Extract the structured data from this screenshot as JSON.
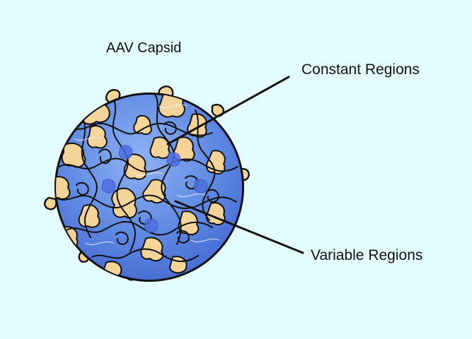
{
  "diagram": {
    "title": "AAV Capsid",
    "callouts": {
      "constant": "Constant Regions",
      "variable": "Variable Regions"
    }
  },
  "colors": {
    "background": "#e2fdfb",
    "capsid_blue": "#5a86e0",
    "capsid_blue_light": "#86aef2",
    "capsid_blue_dark": "#3e5fc6",
    "tan_region": "#f5d49a",
    "outline": "#111111",
    "pointer_line": "#111111"
  },
  "icons": {
    "capsid": "aav-capsid-illustration"
  }
}
